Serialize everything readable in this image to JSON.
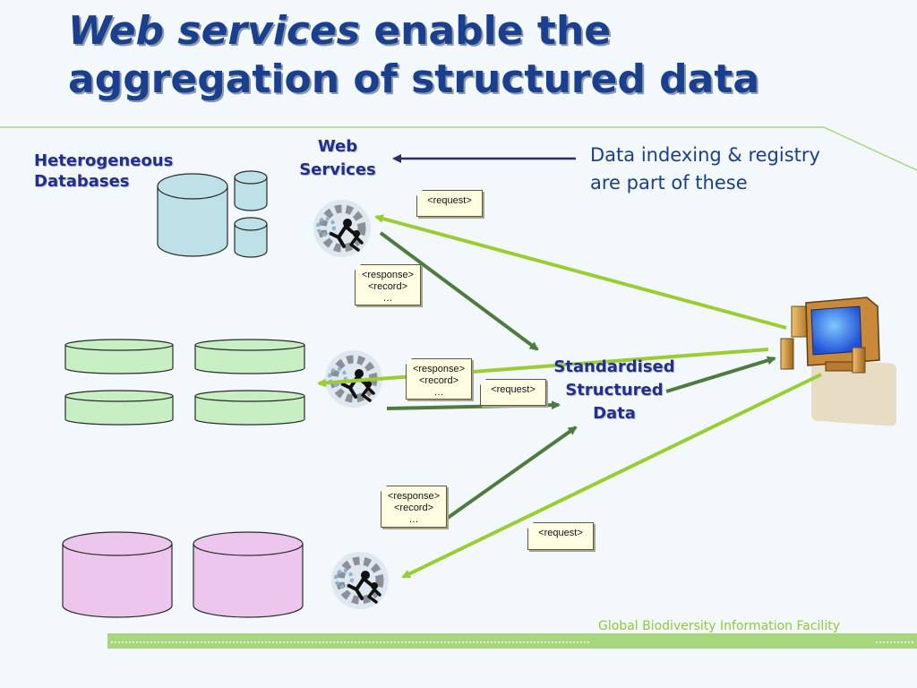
{
  "title": {
    "line1_em": "Web services",
    "line1_rest": "enable the",
    "line2": "aggregation of structured data"
  },
  "labels": {
    "databases": [
      "Heterogeneous",
      "Databases"
    ],
    "web_services": [
      "Web",
      "Services"
    ],
    "center": [
      "Standardised",
      "Structured",
      "Data"
    ]
  },
  "note": [
    "Data indexing & registry",
    "are part of these"
  ],
  "messages": {
    "request": "<request>",
    "response": [
      "<response>",
      "<record>",
      "…"
    ]
  },
  "footer": "Global Biodiversity Information Facility",
  "colors": {
    "title": "#1b3f8f",
    "request_arrow": "#9acd32",
    "response_arrow": "#4e7b3e",
    "registry_arrow": "#2e2a6e",
    "db_blue": "#bde1e6",
    "db_green": "#c8efc4",
    "db_pink": "#edc6ee",
    "footer_bar": "#a7d67c"
  },
  "icons": {
    "web_service": "gear-runners-icon",
    "client": "desktop-computer-icon",
    "database": "database-cylinder-icon"
  }
}
